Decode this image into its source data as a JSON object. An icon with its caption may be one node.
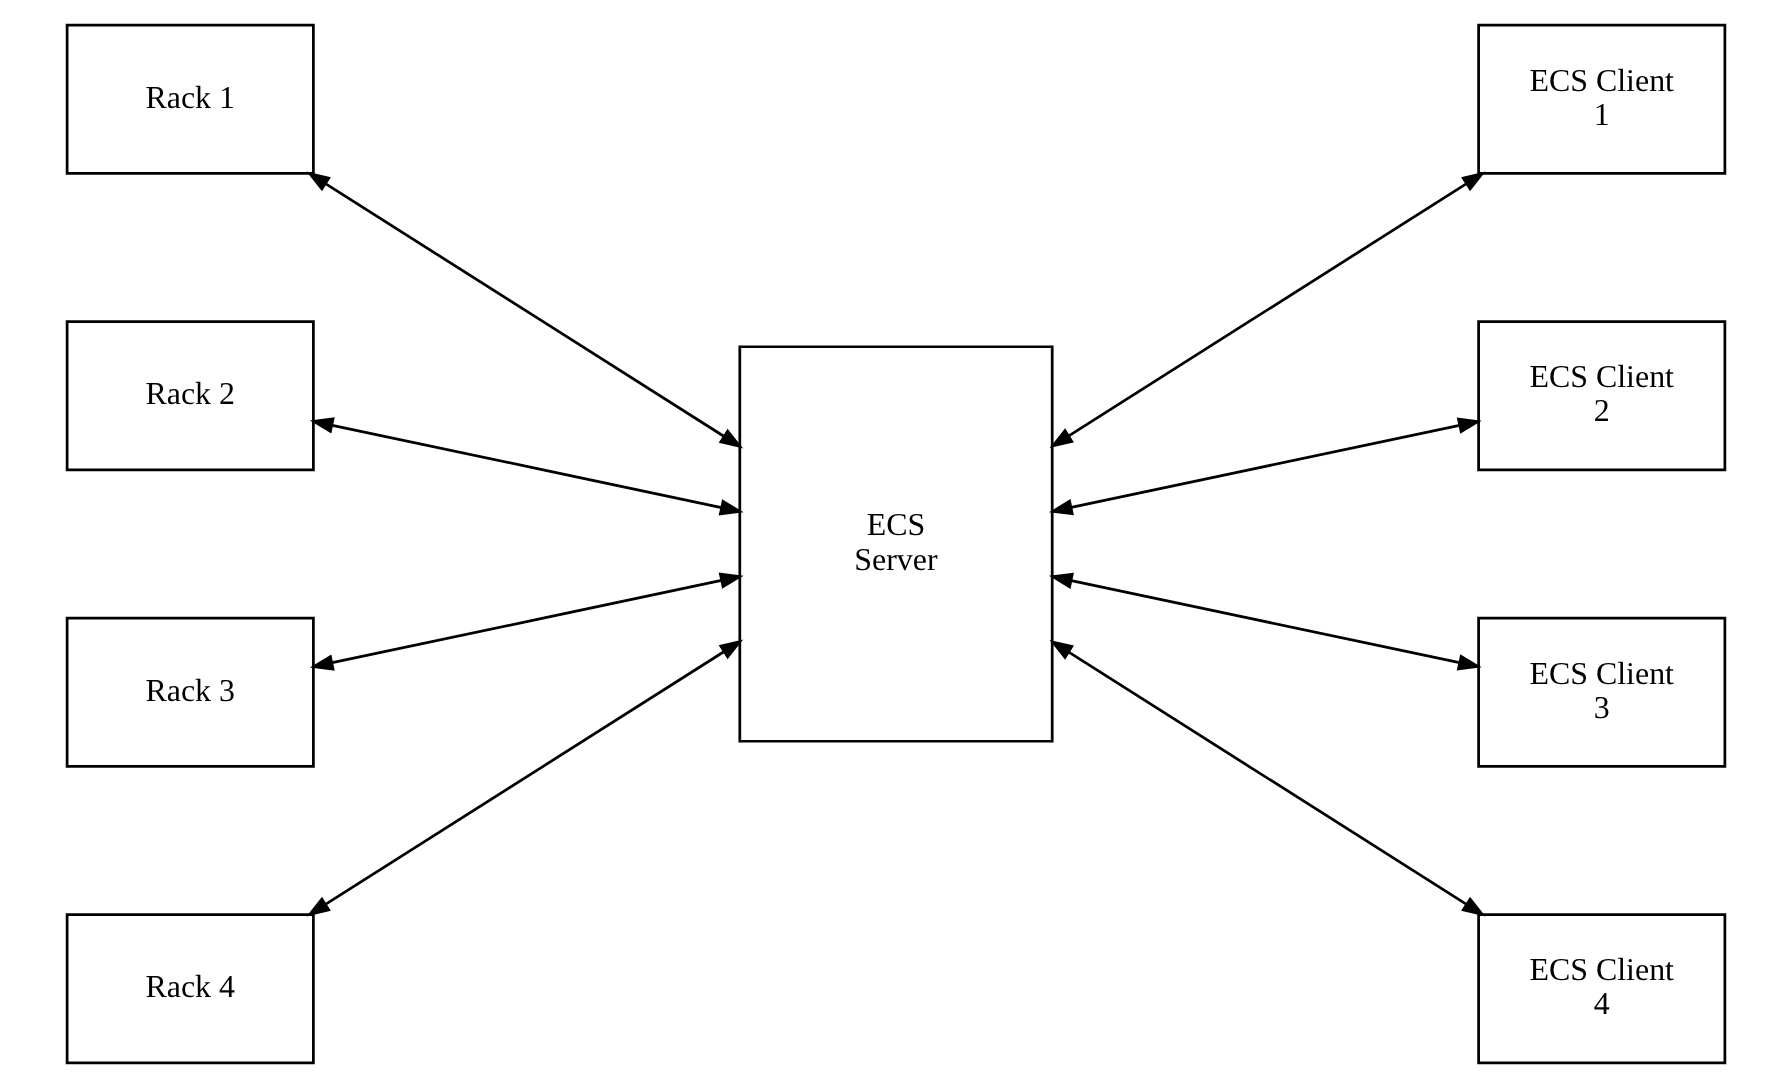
{
  "diagram": {
    "nodes": [
      {
        "text": [
          "Rack 1"
        ]
      },
      {
        "text": [
          "Rack 2"
        ]
      },
      {
        "text": [
          "Rack 3"
        ]
      },
      {
        "text": [
          "Rack 4"
        ]
      },
      {
        "text": [
          "ECS Server"
        ]
      },
      {
        "text": [
          "ECS Client 1"
        ]
      },
      {
        "text": [
          "ECS Client 2"
        ]
      },
      {
        "text": [
          "ECS Client 3"
        ]
      },
      {
        "text": [
          "ECS Client 4"
        ]
      }
    ],
    "edges": [
      {
        "from": 0,
        "to": 4,
        "arrow": "both"
      },
      {
        "from": 1,
        "to": 4,
        "arrow": "both"
      },
      {
        "from": 2,
        "to": 4,
        "arrow": "both"
      },
      {
        "from": 3,
        "to": 4,
        "arrow": "both"
      },
      {
        "from": 4,
        "to": 5,
        "arrow": "both"
      },
      {
        "from": 4,
        "to": 6,
        "arrow": "both"
      },
      {
        "from": 4,
        "to": 7,
        "arrow": "both"
      },
      {
        "from": 4,
        "to": 8,
        "arrow": "both"
      }
    ]
  }
}
